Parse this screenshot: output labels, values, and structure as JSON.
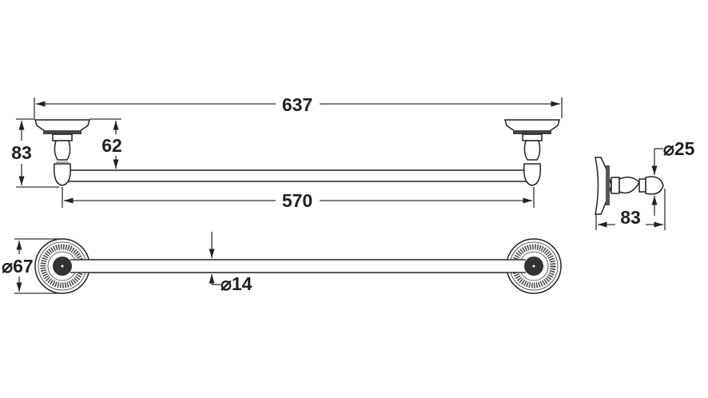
{
  "title": "Towel bar dimension drawing",
  "dimensions": {
    "overall_length": "637",
    "bar_length": "570",
    "bracket_height": "83",
    "bar_projection": "62",
    "rosette_diameter": "⌀67",
    "bar_diameter": "⌀14",
    "post_diameter": "⌀25",
    "side_depth": "83"
  },
  "colors": {
    "line": "#222222",
    "background": "#ffffff"
  }
}
